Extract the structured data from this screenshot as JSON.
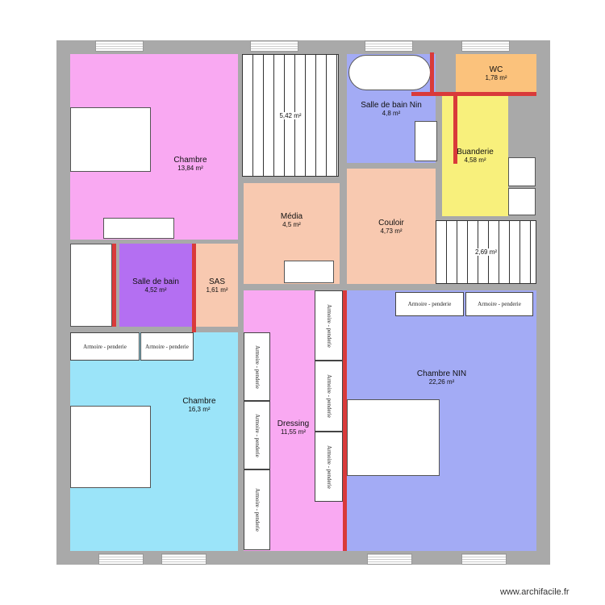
{
  "rooms": [
    {
      "name": "Chambre",
      "area": "13,84 m²",
      "color": "#f9a9f2"
    },
    {
      "name": "",
      "area": "5,42 m²",
      "color": "#ffffff"
    },
    {
      "name": "Salle de bain Nin",
      "area": "4,8 m²",
      "color": "#a3abf5"
    },
    {
      "name": "WC",
      "area": "1,78 m²",
      "color": "#fbc27c"
    },
    {
      "name": "Buanderie",
      "area": "4,58 m²",
      "color": "#f8f07c"
    },
    {
      "name": "Média",
      "area": "4,5 m²",
      "color": "#f8c9b0"
    },
    {
      "name": "Couloir",
      "area": "4,73 m²",
      "color": "#f8c9b0"
    },
    {
      "name": "",
      "area": "2,69 m²",
      "color": "#ffffff"
    },
    {
      "name": "Salle de bain",
      "area": "4,52 m²",
      "color": "#b46ff2"
    },
    {
      "name": "SAS",
      "area": "1,61 m²",
      "color": "#f8c9b0"
    },
    {
      "name": "Chambre",
      "area": "16,3 m²",
      "color": "#9be4f9"
    },
    {
      "name": "Dressing",
      "area": "11,55 m²",
      "color": "#f9a9f2"
    },
    {
      "name": "Chambre NIN",
      "area": "22,26 m²",
      "color": "#a3abf5"
    }
  ],
  "furniture": {
    "wardrobe": "Armoire - penderie"
  },
  "colors": {
    "wall": "#a9a9a9",
    "partition": "#d93a3a"
  },
  "watermark": "www.archifacile.fr"
}
